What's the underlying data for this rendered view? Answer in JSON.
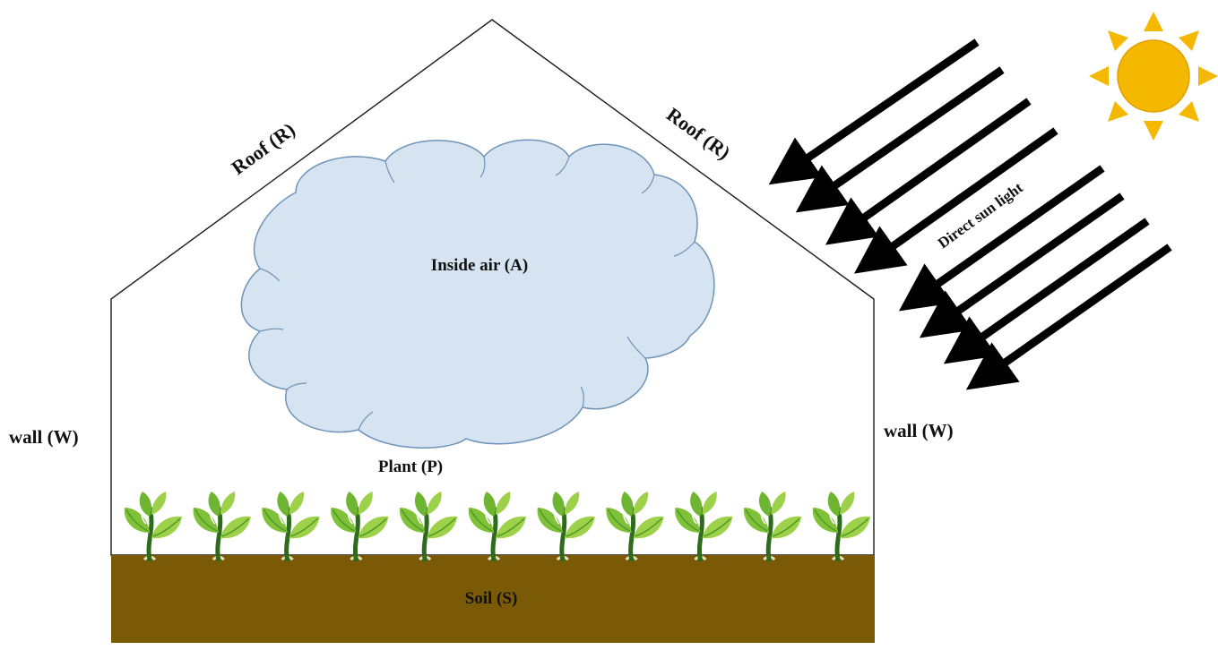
{
  "labels": {
    "roof_left": "Roof (R)",
    "roof_right": "Roof (R)",
    "wall_left": "wall (W)",
    "wall_right": "wall (W)",
    "inside_air": "Inside air (A)",
    "plant": "Plant (P)",
    "soil": "Soil (S)",
    "sunlight": "Direct sun light"
  },
  "plant_count": 11,
  "sun_ray_count": 8,
  "colors": {
    "outline": "#1a1a1a",
    "cloud_fill": "#d6e4f2",
    "cloud_stroke": "#6f93b8",
    "soil": "#7a5a07",
    "leaf_light": "#9ed14a",
    "leaf_dark": "#4e9a23",
    "stem": "#2f6b1c",
    "sun": "#f5b800",
    "arrow": "#000000"
  }
}
